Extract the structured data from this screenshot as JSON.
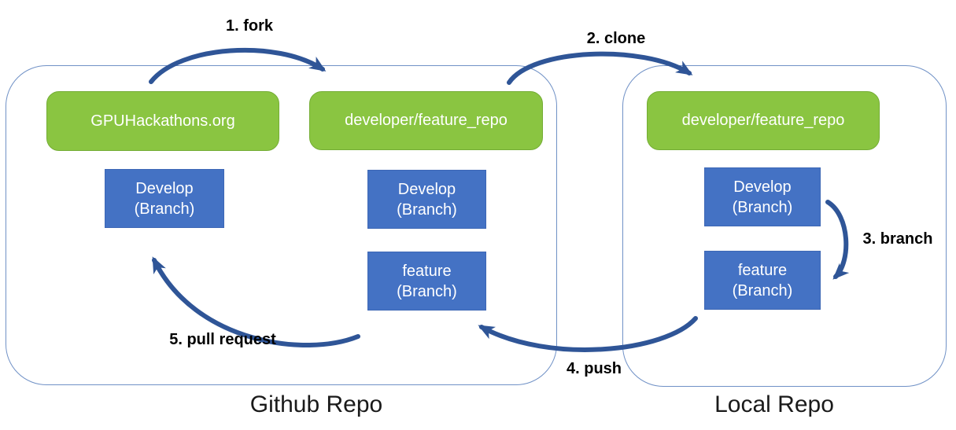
{
  "colors": {
    "repo_box_fill": "#8AC541",
    "repo_box_border": "#74AD35",
    "branch_box_fill": "#4472C4",
    "branch_box_border": "#3D67B5",
    "arrow": "#2F5597",
    "container_border": "#7091C6",
    "step_label_color": "#000000",
    "container_label_color": "#1A1A1A",
    "box_text_color": "#FFFFFF"
  },
  "containers": {
    "github": {
      "label": "Github Repo"
    },
    "local": {
      "label": "Local Repo"
    }
  },
  "repos": {
    "upstream": {
      "label": "GPUHackathons.org"
    },
    "fork": {
      "label": "developer/feature_repo"
    },
    "clone": {
      "label": "developer/feature_repo"
    }
  },
  "branches": {
    "upstream_develop": {
      "line1": "Develop",
      "line2": "(Branch)"
    },
    "fork_develop": {
      "line1": "Develop",
      "line2": "(Branch)"
    },
    "fork_feature": {
      "line1": "feature",
      "line2": "(Branch)"
    },
    "local_develop": {
      "line1": "Develop",
      "line2": "(Branch)"
    },
    "local_feature": {
      "line1": "feature",
      "line2": "(Branch)"
    }
  },
  "steps": {
    "fork": {
      "label": "1. fork"
    },
    "clone": {
      "label": "2. clone"
    },
    "branch": {
      "label": "3. branch"
    },
    "push": {
      "label": "4. push"
    },
    "pull_request": {
      "label": "5. pull request"
    }
  }
}
